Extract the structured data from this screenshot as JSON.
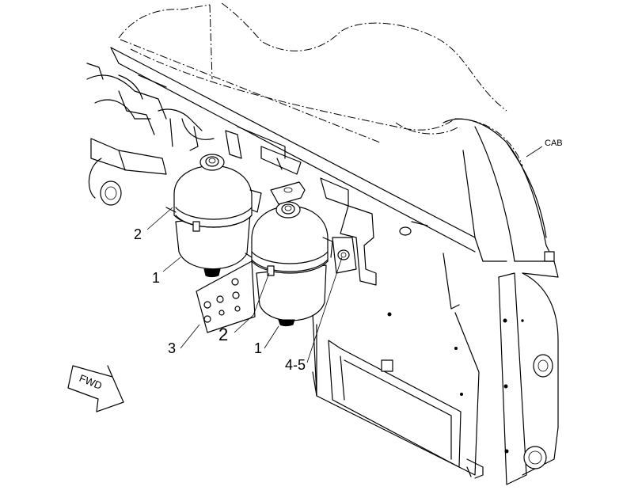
{
  "callouts": {
    "cab": "CAB",
    "item_2_upper": "2",
    "item_1_upper": "1",
    "item_3": "3",
    "item_2_lower": "2",
    "item_1_lower": "1",
    "item_4_5": "4-5"
  },
  "direction_arrow": {
    "label": "FWD"
  }
}
